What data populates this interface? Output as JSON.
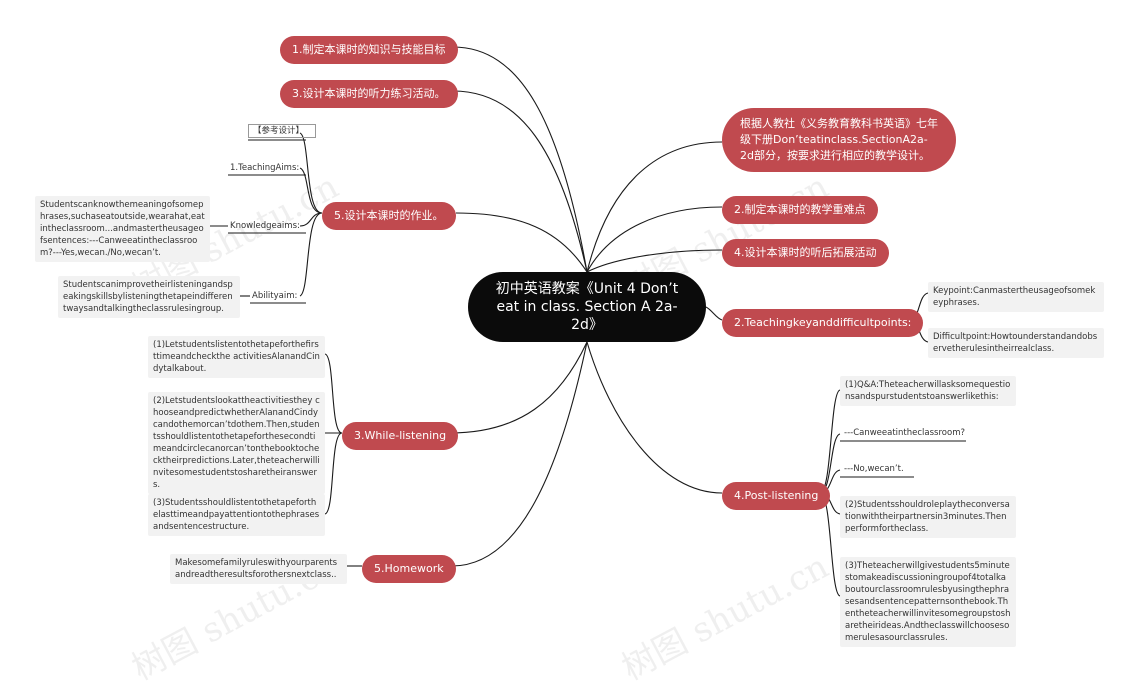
{
  "center": "初中英语教案《Unit 4 Don’t eat in class. Section A 2a-2d》",
  "left": {
    "goal1": "1.制定本课时的知识与技能目标",
    "goal3": "3.设计本课时的听力练习活动。",
    "hw5": {
      "label": "5.设计本课时的作业。",
      "ref": "【参考设计】",
      "aims": "1.TeachingAims:",
      "knowledge_label": "Knowledgeaims:",
      "knowledge_text": "Studentscanknowthemeaningofsomephrases,suchaseatoutside,wearahat,eatintheclassroom...andmastertheusageofsentences:---Canweeatintheclassroom?---Yes,wecan./No,wecan’t.",
      "ability_label": "Abilityaim:",
      "ability_text": "Studentscanimprovetheirlisteningandspeakingskillsbylisteningthetapeindifferentwaysandtalkingtheclassrulesingroup."
    },
    "while": {
      "label": "3.While-listening",
      "items": [
        "(1)Letstudentslistentothetapeforthefirsttimeandcheckthe activitiesAlanandCindytalkabout.",
        "(2)Letstudentslookattheactivitiesthey chooseandpredictwhetherAlanandCindycandothemorcan’tdothem.Then,studentsshouldlistentothetapeforthesecondtimeandcirclecanorcan’tonthebooktochecktheirpredictions.Later,theteacherwillinvitesomestudentstosharetheiranswers.",
        "(3)Studentsshouldlistentothetapeforthelasttimeandpayattentiontothephrasesandsentencestructure."
      ]
    },
    "homework": {
      "label": "5.Homework",
      "text": "Makesomefamilyruleswithyourparentsandreadtheresultsforothersnextclass.."
    }
  },
  "right": {
    "intro": "根据人教社《义务教育教科书英语》七年级下册Don’teatinclass.SectionA2a-2d部分，按要求进行相应的教学设计。",
    "key2": "2.制定本课时的教学重难点",
    "ext4": "4.设计本课时的听后拓展活动",
    "keypoints": {
      "label": "2.Teachingkeyanddifficultpoints:",
      "key": "Keypoint:Canmastertheusageofsomekeyphrases.",
      "difficult": "Difficultpoint:Howtounderstandandobservetherulesintheirrealclass."
    },
    "post": {
      "label": "4.Post-listening",
      "items": [
        "(1)Q&A:Theteacherwillasksomequestionsandspurstudentstoanswerlikethis:",
        "---Canweeatintheclassroom?",
        "---No,wecan’t.",
        "(2)Studentsshouldroleplaytheconversationwiththeirpartnersin3minutes.Thenperformfortheclass.",
        "(3)Theteacherwillgivestudents5minutestomakeadiscussioningroupof4totalkaboutourclassroomrulesbyusingthephrasesandsentencepatternsonthebook.Thentheteacherwillinvitesomegroupstosharetheirideas.Andtheclasswillchoosesomerulesasourclassrules."
      ]
    }
  },
  "watermark": "树图 shutu.cn",
  "colors": {
    "branch": "#c04a4f",
    "center": "#0b0b0b",
    "line": "#1a1a1a"
  }
}
